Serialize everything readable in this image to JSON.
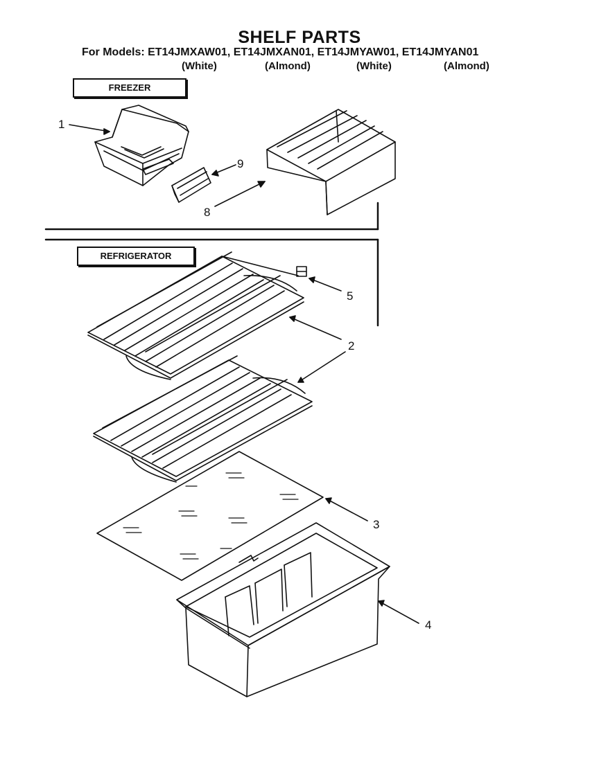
{
  "header": {
    "title": "SHELF PARTS",
    "models_line": "For Models: ET14JMXAW01, ET14JMXAN01, ET14JMYAW01, ET14JMYAN01",
    "colors": [
      "(White)",
      "(Almond)",
      "(White)",
      "(Almond)"
    ]
  },
  "sections": {
    "freezer": "FREEZER",
    "refrigerator": "REFRIGERATOR"
  },
  "callouts": {
    "c1": "1",
    "c9": "9",
    "c8": "8",
    "c5": "5",
    "c2": "2",
    "c3": "3",
    "c4": "4"
  }
}
